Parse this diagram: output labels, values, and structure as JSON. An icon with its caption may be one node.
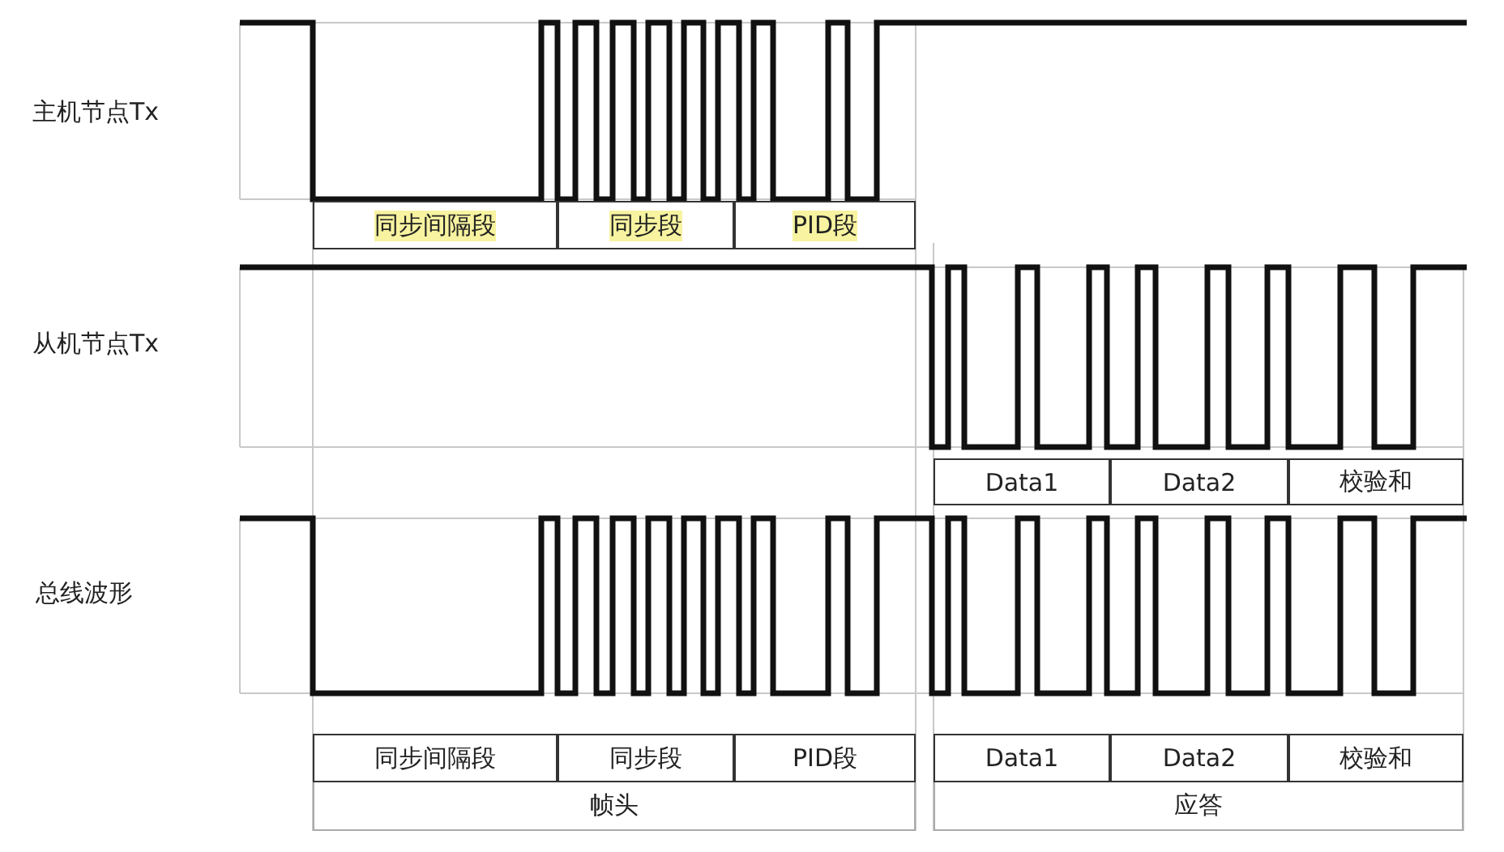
{
  "diagram": {
    "nodes": [
      {
        "text": [
          "同步间隔段"
        ]
      },
      {
        "text": [
          "同步段"
        ]
      },
      {
        "text": [
          "PID段"
        ]
      },
      {
        "text": [
          "Data1"
        ]
      },
      {
        "text": [
          "Data2"
        ]
      },
      {
        "text": [
          "校验和"
        ]
      },
      {
        "text": [
          "帧头"
        ]
      },
      {
        "text": [
          "同步间隔段"
        ],
        "in": 6
      },
      {
        "text": [
          "同步段"
        ],
        "in": 6
      },
      {
        "text": [
          "PID段"
        ],
        "in": 6
      },
      {
        "text": [
          "应答"
        ]
      },
      {
        "text": [
          "Data1"
        ],
        "in": 10
      },
      {
        "text": [
          "Data2"
        ],
        "in": 10
      },
      {
        "text": [
          "校验和"
        ],
        "in": 10
      }
    ],
    "labels": [
      "主机节点Tx",
      "从机节点Tx",
      "总线波形"
    ]
  }
}
